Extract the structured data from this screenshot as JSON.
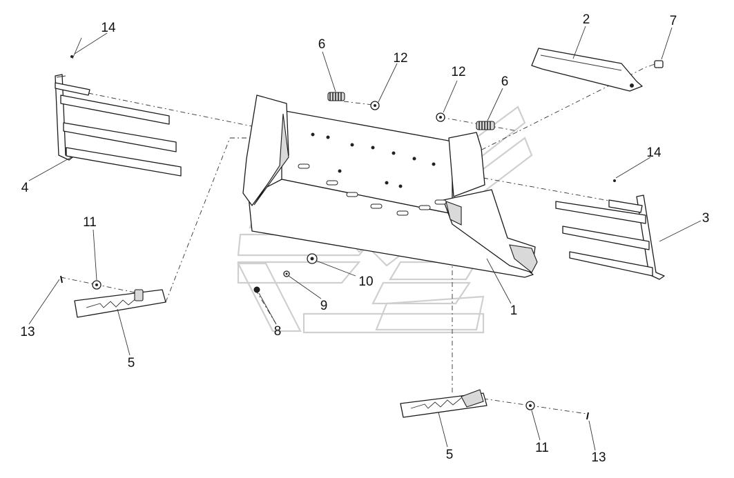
{
  "callouts": {
    "c1": "1",
    "c2": "2",
    "c3": "3",
    "c4": "4",
    "c5a": "5",
    "c5b": "5",
    "c6a": "6",
    "c6b": "6",
    "c7": "7",
    "c8": "8",
    "c9": "9",
    "c10": "10",
    "c11a": "11",
    "c11b": "11",
    "c12a": "12",
    "c12b": "12",
    "c13a": "13",
    "c13b": "13",
    "c14a": "14",
    "c14b": "14"
  },
  "colors": {
    "line": "#1a1a1a",
    "fill": "#ffffff",
    "watermark": "#cfcfcf"
  }
}
